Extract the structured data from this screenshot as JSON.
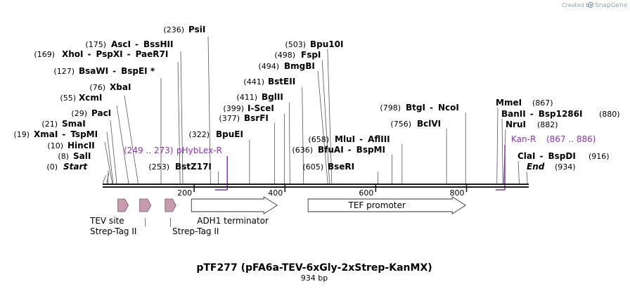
{
  "credit": {
    "prefix": "Created by",
    "brand": "SnapGene"
  },
  "title": "pTF277 (pFA6a-TEV-6xGly-2xStrep-KanMX)",
  "subtitle": "934 bp",
  "length": 934,
  "ruler": {
    "ticks": [
      {
        "pos": 200,
        "label": "200"
      },
      {
        "pos": 400,
        "label": "400"
      },
      {
        "pos": 600,
        "label": "600"
      },
      {
        "pos": 800,
        "label": "800"
      }
    ]
  },
  "left_sites": [
    {
      "pos": 0,
      "num": "(0)",
      "name": "Start",
      "italic": true
    },
    {
      "pos": 8,
      "num": "(8)",
      "name": "SalI"
    },
    {
      "pos": 10,
      "num": "(10)",
      "name": "HincII"
    },
    {
      "pos": 19,
      "num": "(19)",
      "name": "XmaI",
      "name2": "TspMI"
    },
    {
      "pos": 21,
      "num": "(21)",
      "name": "SmaI"
    },
    {
      "pos": 29,
      "num": "(29)",
      "name": "PacI"
    },
    {
      "pos": 55,
      "num": "(55)",
      "name": "XcmI"
    },
    {
      "pos": 76,
      "num": "(76)",
      "name": "XbaI"
    },
    {
      "pos": 127,
      "num": "(127)",
      "name": "BsaWI",
      "name2": "BspEI *"
    },
    {
      "pos": 169,
      "num": "(169)",
      "name": "XhoI",
      "name2": "PspXI",
      "name3": "PaeR7I"
    },
    {
      "pos": 175,
      "num": "(175)",
      "name": "AscI",
      "name2": "BssHII"
    },
    {
      "pos": 236,
      "num": "(236)",
      "name": "PsiI"
    }
  ],
  "primer_left": {
    "range": "(249 .. 273)",
    "name": "pHybLex-R",
    "from": 249,
    "to": 273
  },
  "mid_sites": [
    {
      "pos": 253,
      "num": "(253)",
      "name": "BstZ17I"
    },
    {
      "pos": 322,
      "num": "(322)",
      "name": "BpuEI"
    },
    {
      "pos": 377,
      "num": "(377)",
      "name": "BsrFI"
    },
    {
      "pos": 399,
      "num": "(399)",
      "name": "I-SceI"
    },
    {
      "pos": 411,
      "num": "(411)",
      "name": "BglII"
    },
    {
      "pos": 441,
      "num": "(441)",
      "name": "BstEII"
    },
    {
      "pos": 494,
      "num": "(494)",
      "name": "BmgBI"
    },
    {
      "pos": 498,
      "num": "(498)",
      "name": "FspI"
    },
    {
      "pos": 503,
      "num": "(503)",
      "name": "Bpu10I"
    },
    {
      "pos": 605,
      "num": "(605)",
      "name": "BseRI"
    },
    {
      "pos": 636,
      "num": "(636)",
      "name": "BfuAI",
      "name2": "BspMI"
    },
    {
      "pos": 658,
      "num": "(658)",
      "name": "MluI",
      "name2": "AflIII"
    },
    {
      "pos": 756,
      "num": "(756)",
      "name": "BclVI"
    },
    {
      "pos": 798,
      "num": "(798)",
      "name": "BtgI",
      "name2": "NcoI"
    }
  ],
  "right_sites": [
    {
      "pos": 867,
      "num": "(867)",
      "name": "MmeI"
    },
    {
      "pos": 880,
      "num": "(880)",
      "name": "BanII",
      "name2": "Bsp1286I"
    },
    {
      "pos": 882,
      "num": "(882)",
      "name": "NruI"
    },
    {
      "pos": 916,
      "num": "(916)",
      "name": "ClaI",
      "name2": "BspDI"
    },
    {
      "pos": 934,
      "num": "(934)",
      "name": "End",
      "italic": true
    }
  ],
  "primer_right": {
    "name": "Kan-R",
    "range": "(867 .. 886)",
    "from": 867,
    "to": 886
  },
  "features": [
    {
      "name": "TEV site",
      "from": 32,
      "to": 55
    },
    {
      "name": "Strep-Tag II",
      "from": 80,
      "to": 105
    },
    {
      "name": "Strep-Tag II",
      "from": 136,
      "to": 160
    },
    {
      "name": "ADH1 terminator",
      "from": 194,
      "to": 383
    },
    {
      "name": "TEF promoter",
      "from": 451,
      "to": 798
    }
  ],
  "colors": {
    "primer": "#8b2fc9",
    "small_feature": "#c89aaf",
    "backbone": "#1a1a1a",
    "credit": "#9aa3ad"
  }
}
